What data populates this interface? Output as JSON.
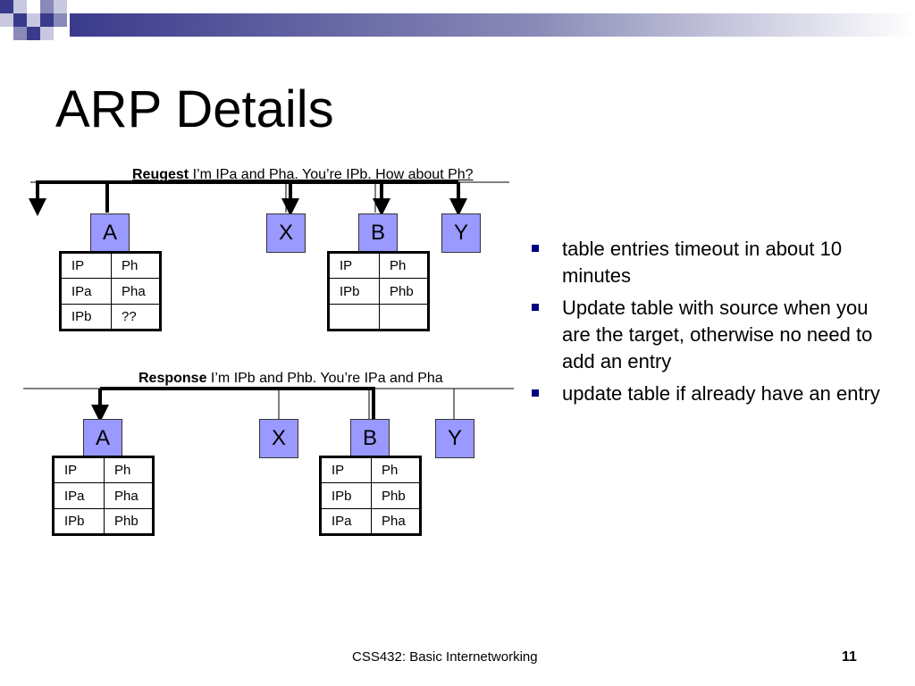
{
  "title": "ARP Details",
  "request": {
    "label": "Reugest",
    "text": " I’m IPa and Pha. You’re IPb. How about Ph?"
  },
  "response": {
    "label": "Response",
    "text": " I’m IPb and Phb. You’re IPa and Pha"
  },
  "nodes": {
    "a": "A",
    "x": "X",
    "b": "B",
    "y": "Y"
  },
  "tables": {
    "top_a": [
      [
        "IP",
        "Ph"
      ],
      [
        "IPa",
        "Pha"
      ],
      [
        "IPb",
        "??"
      ]
    ],
    "top_b": [
      [
        "IP",
        "Ph"
      ],
      [
        "IPb",
        "Phb"
      ],
      [
        "",
        ""
      ]
    ],
    "bottom_a": [
      [
        "IP",
        "Ph"
      ],
      [
        "IPa",
        "Pha"
      ],
      [
        "IPb",
        "Phb"
      ]
    ],
    "bottom_b": [
      [
        "IP",
        "Ph"
      ],
      [
        "IPb",
        "Phb"
      ],
      [
        "IPa",
        "Pha"
      ]
    ]
  },
  "bullets": [
    "table entries timeout in about 10 minutes",
    "Update table with source when you are the target, otherwise no need to add an entry",
    "update table if already have an entry"
  ],
  "footer": {
    "course": "CSS432: Basic Internetworking",
    "page": "11"
  },
  "colors": {
    "node_fill": "#9999ff",
    "bullet": "#000080",
    "decoration": "#3a3a8c"
  }
}
